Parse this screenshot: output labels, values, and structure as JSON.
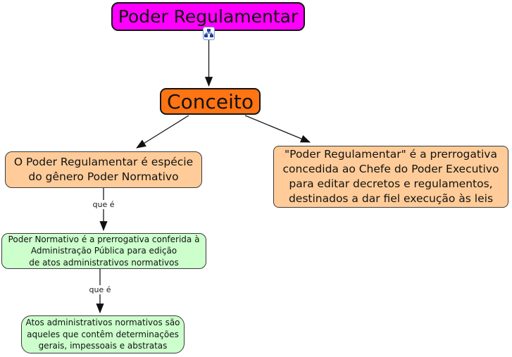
{
  "concept_map": {
    "line_color": "#1A1A1A",
    "background_color": "#FFFFFF",
    "nodes": {
      "root": {
        "label": "Poder Regulamentar",
        "bg_color": "#FF00FF"
      },
      "conceito": {
        "label": "Conceito",
        "bg_color": "#FF7413"
      },
      "especie": {
        "label": "O Poder Regulamentar é espécie\ndo gênero Poder Normativo",
        "bg_color": "#FFCC99"
      },
      "prerrogativa": {
        "label": "\"Poder Regulamentar\" é a prerrogativa\nconcedida ao Chefe do Poder Executivo\npara editar decretos e regulamentos,\ndestinados a dar fiel execução às leis",
        "bg_color": "#FFCC99"
      },
      "poder_normativo": {
        "label": "Poder Normativo é a prerrogativa conferida à\nAdministração Pública para edição\nde atos administrativos normativos",
        "bg_color": "#CCFFCC"
      },
      "atos": {
        "label": "Atos administrativos normativos são\naqueles que contêm determinações\ngerais, impessoais e abstratas",
        "bg_color": "#CCFFCC"
      }
    },
    "link_labels": {
      "que_e_1": "que é",
      "que_e_2": "que é"
    },
    "icons": {
      "nested_cmap_icon": "nested-concept-map-icon"
    }
  }
}
